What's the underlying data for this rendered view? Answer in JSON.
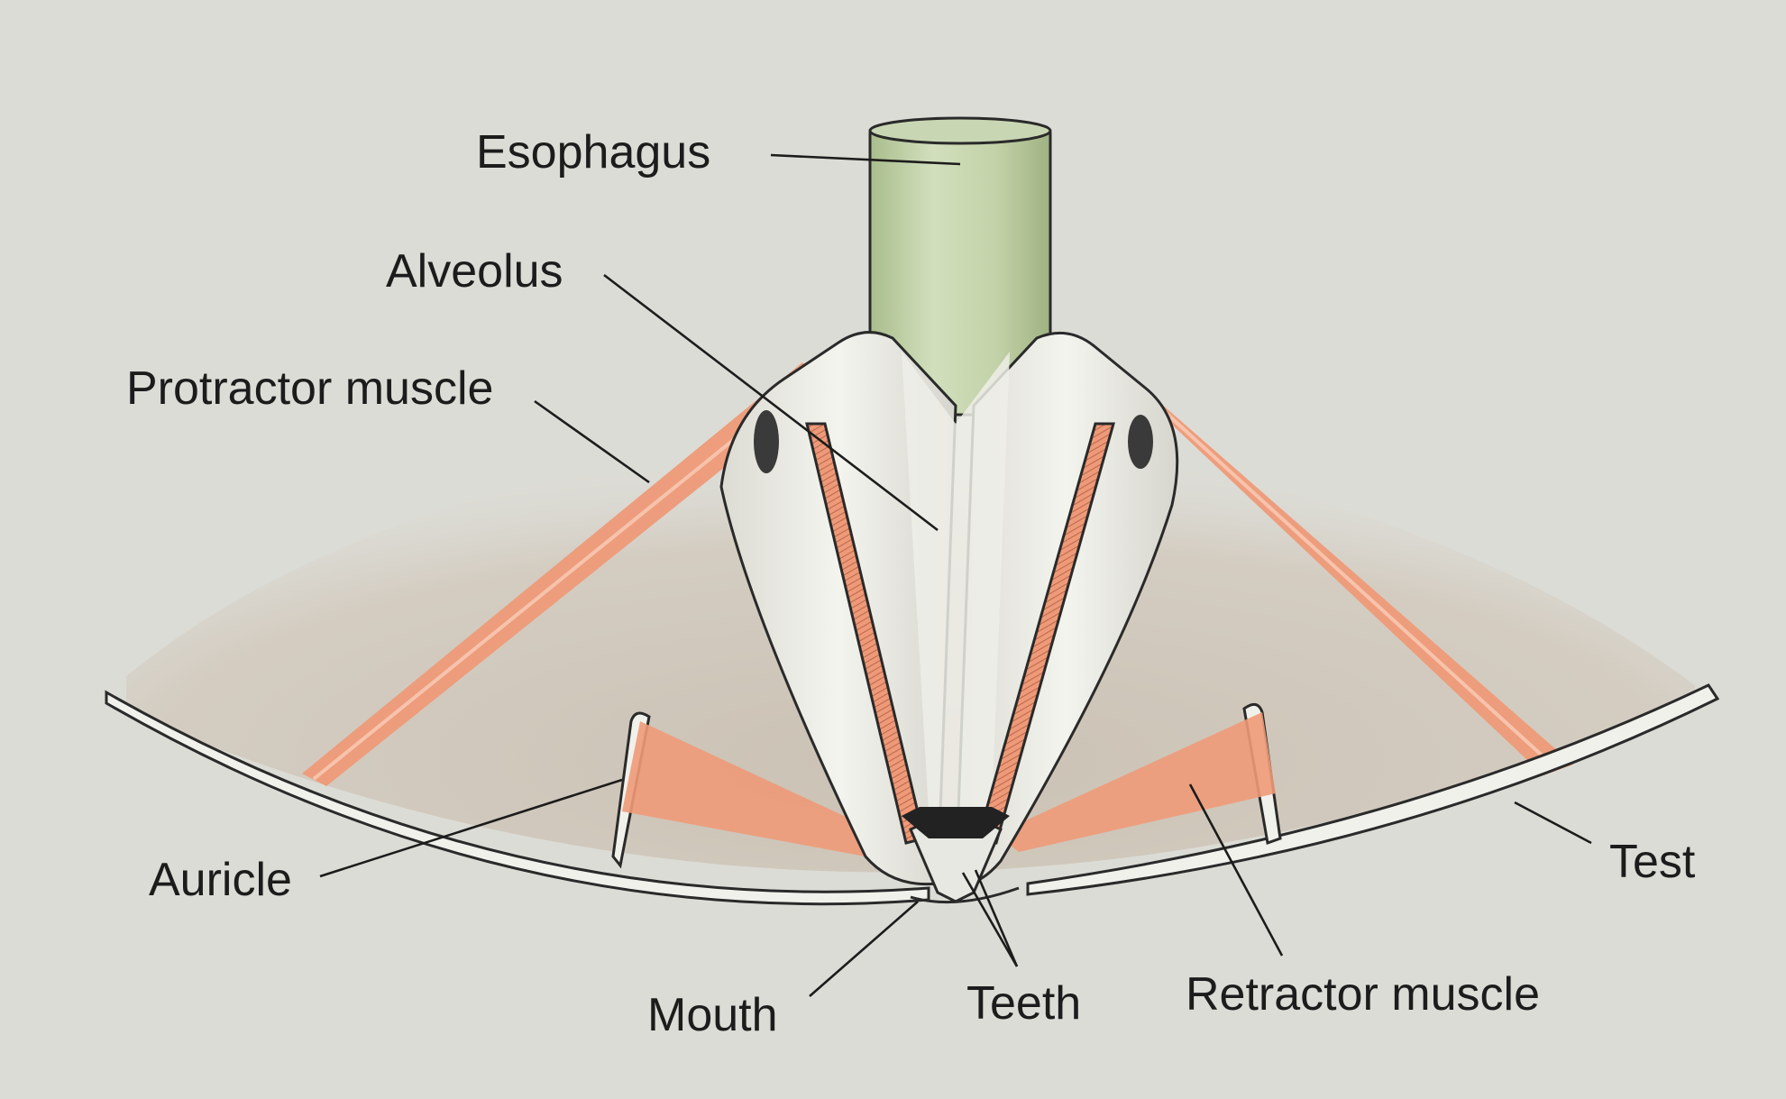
{
  "labels": {
    "esophagus": "Esophagus",
    "alveolus": "Alveolus",
    "protractor": "Protractor muscle",
    "auricle": "Auricle",
    "mouth": "Mouth",
    "teeth": "Teeth",
    "retractor": "Retractor muscle",
    "test": "Test"
  },
  "colors": {
    "background": "#dcdcd6",
    "esophagus": "#c5d3ad",
    "muscle": "#ee9a78",
    "muscle_dark": "#d9745a",
    "test_shell": "#f1f1ec",
    "cavity_shade": "#bdb3a6",
    "ossicle": "#ececE6",
    "leader": "#1c1c1c"
  }
}
